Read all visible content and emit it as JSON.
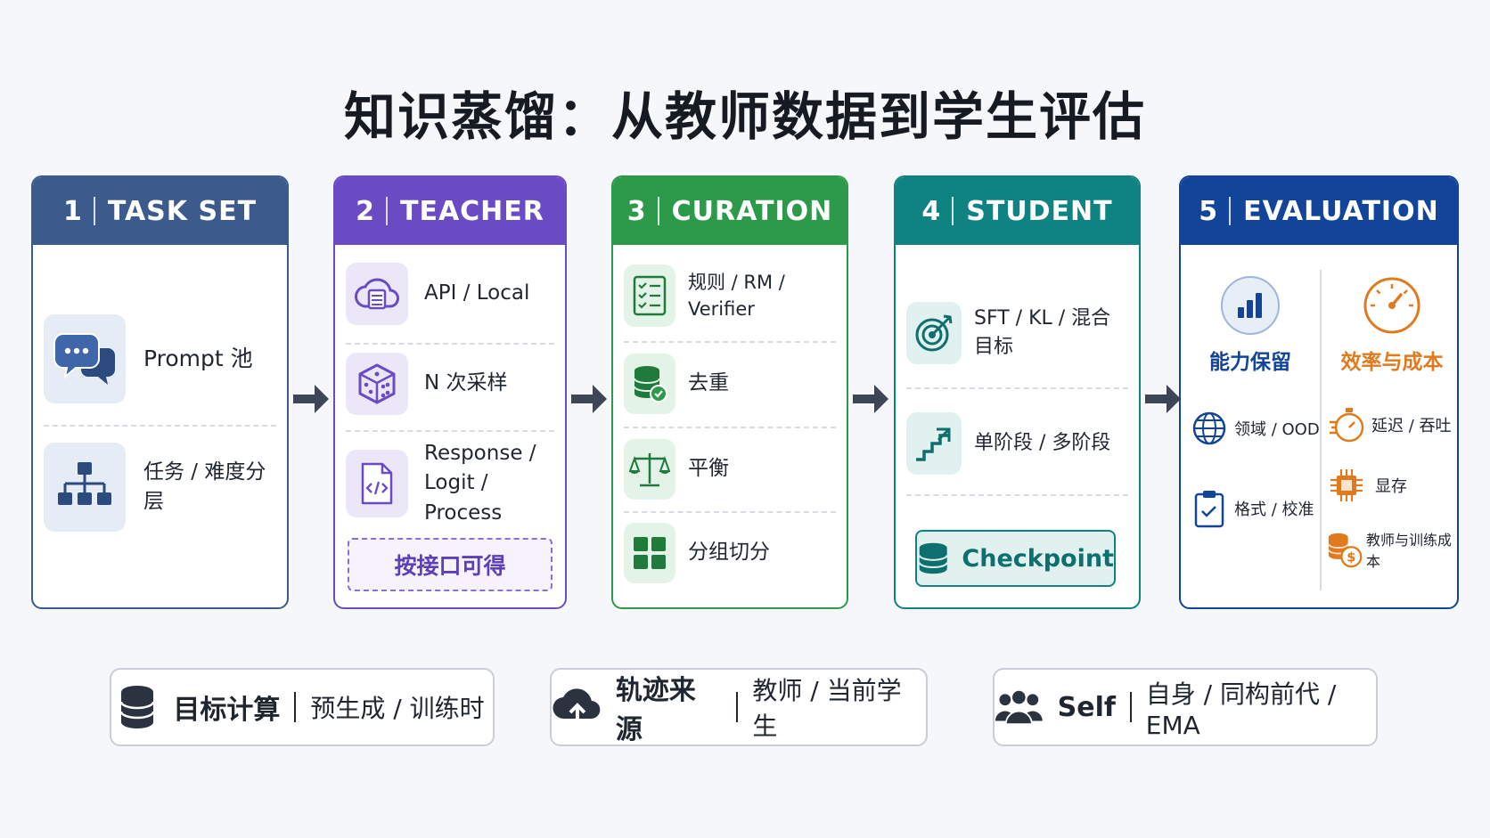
{
  "title": "知识蒸馏：从教师数据到学生评估",
  "colors": {
    "task": "#3d5a8c",
    "teacher": "#6a4bc4",
    "curation": "#2c9a4a",
    "student": "#0f8282",
    "evaluation": "#12449a"
  },
  "stages": [
    {
      "num": "1",
      "name": "TASK SET",
      "items": [
        "Prompt 池",
        "任务 / 难度分层"
      ]
    },
    {
      "num": "2",
      "name": "TEACHER",
      "items": [
        "API / Local",
        "N 次采样",
        "Response /",
        "Logit / Process"
      ],
      "note": "按接口可得"
    },
    {
      "num": "3",
      "name": "CURATION",
      "items": [
        "规则 / RM / Verifier",
        "去重",
        "平衡",
        "分组切分"
      ]
    },
    {
      "num": "4",
      "name": "STUDENT",
      "items": [
        "SFT / KL / 混合目标",
        "单阶段 / 多阶段"
      ],
      "checkpoint": "Checkpoint"
    },
    {
      "num": "5",
      "name": "EVALUATION",
      "left": {
        "heading": "能力保留",
        "items": [
          "领域 / OOD",
          "格式 / 校准"
        ]
      },
      "right": {
        "heading": "效率与成本",
        "items": [
          "延迟 / 吞吐",
          "显存",
          "教师与训练成本"
        ]
      }
    }
  ],
  "bottom": [
    {
      "key": "目标计算",
      "value": "预生成 / 训练时",
      "icon": "database-icon"
    },
    {
      "key": "轨迹来源",
      "value": "教师 / 当前学生",
      "icon": "cloud-upload-icon"
    },
    {
      "key": "Self",
      "value": "自身 / 同构前代 / EMA",
      "icon": "users-icon"
    }
  ]
}
